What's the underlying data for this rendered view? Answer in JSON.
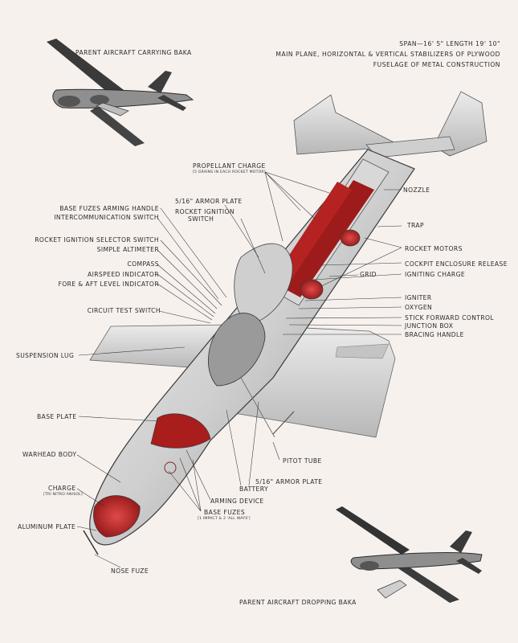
{
  "captions": {
    "parent_carrying": "PARENT AIRCRAFT CARRYING BAKA",
    "parent_dropping": "PARENT AIRCRAFT DROPPING BAKA",
    "spec_line1": "SPAN—16' 5\" LENGTH 19' 10\"",
    "spec_line2": "MAIN PLANE, HORIZONTAL & VERTICAL STABILIZERS OF PLYWOOD",
    "spec_line3": "FUSELAGE OF METAL CONSTRUCTION"
  },
  "labels": {
    "propellant_charge": "PROPELLANT CHARGE",
    "propellant_charge_note": "[5 GRAINS IN EACH ROCKET MOTOR]",
    "nozzle": "NOZZLE",
    "armor_plate_top": "5/16\" ARMOR PLATE",
    "base_fuzes_arming_handle": "BASE FUZES ARMING HANDLE",
    "rocket_ignition": "ROCKET IGNITION",
    "switch": "SWITCH",
    "intercommunication_switch": "INTERCOMMUNICATION SWITCH",
    "trap": "TRAP",
    "rocket_ignition_selector": "ROCKET IGNITION SELECTOR SWITCH",
    "rocket_motors": "ROCKET MOTORS",
    "simple_altimeter": "SIMPLE ALTIMETER",
    "cockpit_enclosure_release": "COCKPIT ENCLOSURE RELEASE",
    "compass": "COMPASS",
    "grid": "GRID",
    "igniting_charge": "IGNITING CHARGE",
    "airspeed_indicator": "AIRSPEED INDICATOR",
    "fore_aft_level": "FORE & AFT LEVEL INDICATOR",
    "igniter": "IGNITER",
    "oxygen": "OXYGEN",
    "circuit_test_switch": "CIRCUIT TEST SWITCH",
    "stick_forward_control": "STICK FORWARD CONTROL",
    "junction_box": "JUNCTION BOX",
    "bracing_handle": "BRACING HANDLE",
    "suspension_lug": "SUSPENSION LUG",
    "base_plate": "BASE PLATE",
    "pitot_tube": "PITOT TUBE",
    "warhead_body": "WARHEAD BODY",
    "armor_plate_bottom": "5/16\" ARMOR PLATE",
    "battery": "BATTERY",
    "charge": "CHARGE",
    "charge_note": "[TRI NITRO ANISOL]",
    "arming_device": "ARMING DEVICE",
    "aluminum_plate": "ALUMINUM PLATE",
    "base_fuzes": "BASE FUZES",
    "base_fuzes_note": "[1 IMPACT & 2 'ALL WAYS']",
    "nose_fuze": "NOSE FUZE"
  },
  "colors": {
    "background": "#f7f1ee",
    "metal_light": "#dcdcdc",
    "metal_mid": "#a8a8a8",
    "metal_dark": "#4a4a4a",
    "accent_red": "#b51f1f",
    "ink": "#2a2a2a"
  }
}
